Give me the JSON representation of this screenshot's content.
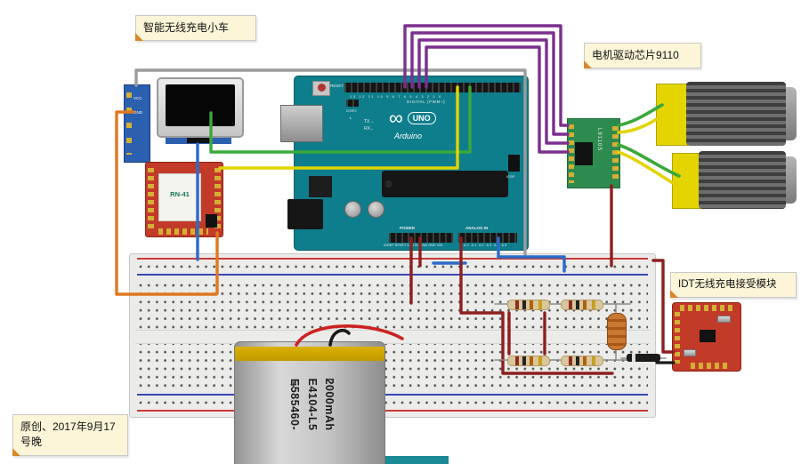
{
  "notes": {
    "title": "智能无线充电小车",
    "driver_chip": "电机驱动芯片9110",
    "receiver_module": "IDT无线充电接受模块",
    "credit": "原创、2017年9月17号晚"
  },
  "arduino": {
    "brand": "Arduino",
    "model": "UNO",
    "reset": "RESET",
    "icsp2": "ICSP2",
    "icsp": "ICSP",
    "tx": "TX→",
    "rx": "RX←",
    "led_l": "L",
    "led_on": "ON",
    "digital_label": "DIGITAL (PWM~)",
    "digital_pins": "13 12 11 10 9 8 7 6 5 4 3 2 1 0",
    "power_label": "POWER",
    "power_pins": "IOREF RESET 3.3V 5V GND GND VIN",
    "analog_label": "ANALOG IN",
    "analog_pins": "A0 A1 A2 A3 A4 A5"
  },
  "bluetooth": {
    "label": "RN-41"
  },
  "motor_driver": {
    "label": "L9110S"
  },
  "left_breakout": {
    "pins": [
      "VCC",
      "GND"
    ]
  },
  "battery": {
    "capacity": "2000mAh",
    "model_line1": "E4104-L5",
    "model_line2": "E585460-",
    "plus": "+",
    "minus": "−"
  },
  "wire_colors": {
    "gray": "#9C9C9C",
    "purple": "#7B2F8E",
    "green": "#3AA83A",
    "yellow": "#E2D400",
    "orange": "#E07820",
    "blue": "#2B6CC8",
    "dark_red": "#8E1F1F",
    "red": "#CC2222",
    "black": "#1A1A1A",
    "lead": "#8A8A8A"
  }
}
